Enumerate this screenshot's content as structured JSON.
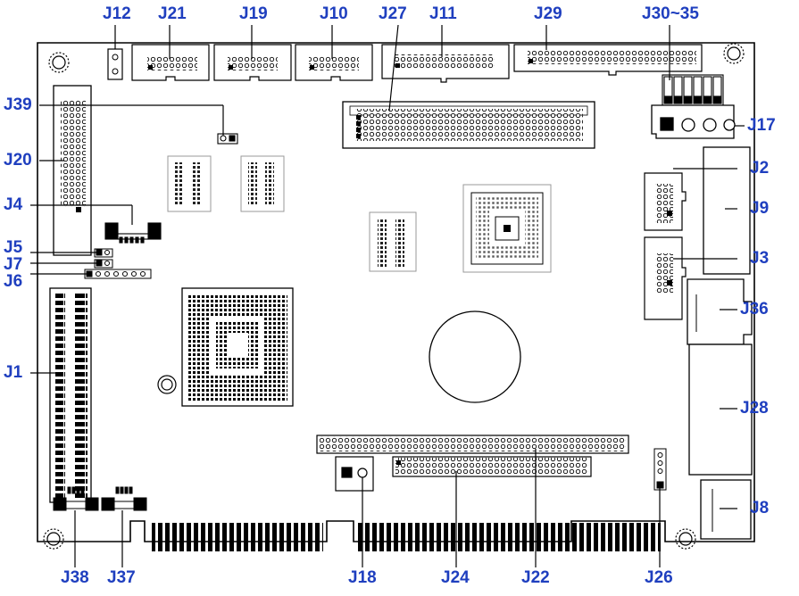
{
  "title": "",
  "colors": {
    "label": "#1f3fbf",
    "outline": "#000000",
    "board": "#ffffff"
  },
  "labels": {
    "J12": "J12",
    "J21": "J21",
    "J19": "J19",
    "J10": "J10",
    "J27": "J27",
    "J11": "J11",
    "J29": "J29",
    "J30_35": "J30~35",
    "J39": "J39",
    "J17": "J17",
    "J20": "J20",
    "J2": "J2",
    "J9": "J9",
    "J4": "J4",
    "J5": "J5",
    "J7": "J7",
    "J3": "J3",
    "J6": "J6",
    "J36": "J36",
    "J1": "J1",
    "J28": "J28",
    "J8": "J8",
    "J38": "J38",
    "J37": "J37",
    "J18": "J18",
    "J24": "J24",
    "J22": "J22",
    "J26": "J26"
  }
}
